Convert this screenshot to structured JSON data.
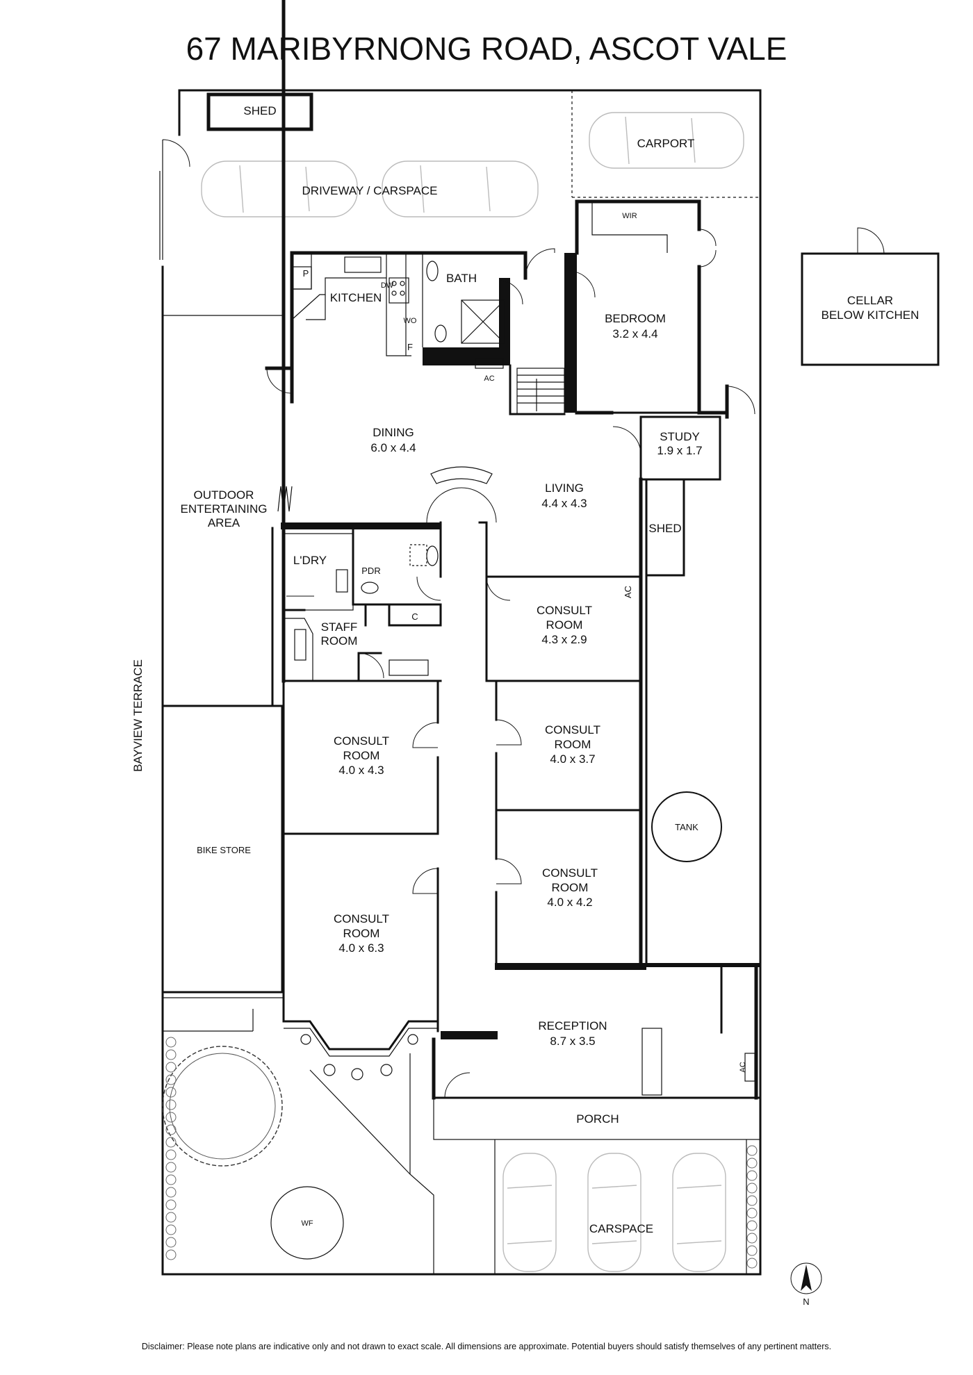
{
  "title": "67 MARIBYRNONG ROAD, ASCOT VALE",
  "street": "BAYVIEW TERRACE",
  "rooms": {
    "shed_top": "SHED",
    "carport": "CARPORT",
    "driveway": "DRIVEWAY / CARSPACE",
    "wir": "WIR",
    "cellar_line1": "CELLAR",
    "cellar_line2": "BELOW KITCHEN",
    "p": "P",
    "kitchen": "KITCHEN",
    "dw": "DW",
    "wo": "WO",
    "f": "F",
    "bath": "BATH",
    "bedroom": "BEDROOM",
    "bedroom_dim": "3.2 x 4.4",
    "ac1": "AC",
    "dining": "DINING",
    "dining_dim": "6.0 x 4.4",
    "study": "STUDY",
    "study_dim": "1.9 x 1.7",
    "outdoor_line1": "OUTDOOR",
    "outdoor_line2": "ENTERTAINING",
    "outdoor_line3": "AREA",
    "living": "LIVING",
    "living_dim": "4.4 x 4.3",
    "shed_side": "SHED",
    "laundry": "L'DRY",
    "pdr": "PDR",
    "c": "C",
    "ac2": "AC",
    "staff_line1": "STAFF",
    "staff_line2": "ROOM",
    "consult1_line1": "CONSULT",
    "consult1_line2": "ROOM",
    "consult1_dim": "4.3 x 2.9",
    "consult2_line1": "CONSULT",
    "consult2_line2": "ROOM",
    "consult2_dim": "4.0 x 4.3",
    "consult3_line1": "CONSULT",
    "consult3_line2": "ROOM",
    "consult3_dim": "4.0 x 3.7",
    "tank": "TANK",
    "bike_store": "BIKE STORE",
    "consult4_line1": "CONSULT",
    "consult4_line2": "ROOM",
    "consult4_dim": "4.0 x 4.2",
    "consult5_line1": "CONSULT",
    "consult5_line2": "ROOM",
    "consult5_dim": "4.0 x 6.3",
    "reception": "RECEPTION",
    "reception_dim": "8.7 x 3.5",
    "ac3": "AC",
    "porch": "PORCH",
    "wf": "WF",
    "carspace": "CARSPACE"
  },
  "north": "N",
  "disclaimer": "Disclaimer: Please note plans are indicative only and not drawn to exact scale. All dimensions are approximate. Potential buyers should satisfy themselves of any pertinent matters."
}
